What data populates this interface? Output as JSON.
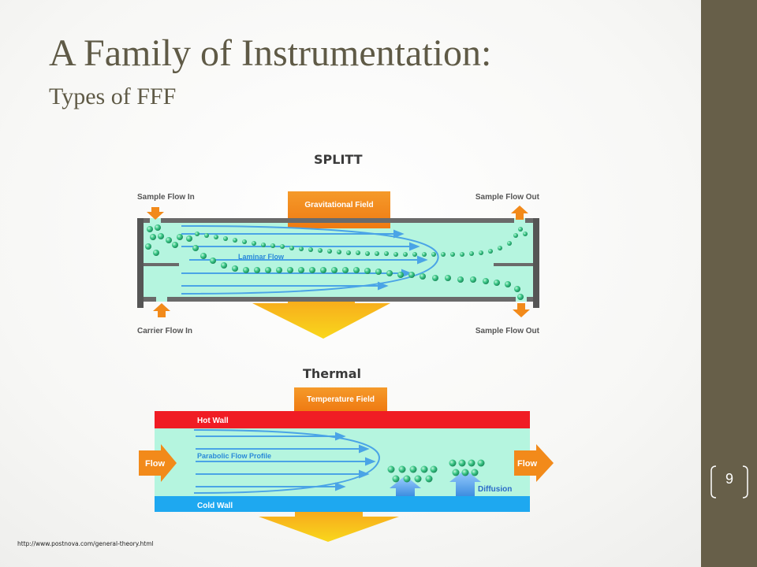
{
  "slide": {
    "title": "A Family of Instrumentation:",
    "subtitle": "Types of FFF",
    "page_number": "9",
    "source_url": "http://www.postnova.com/general-theory.html"
  },
  "splitt": {
    "caption": "SPLITT",
    "labels": {
      "sample_flow_in": "Sample Flow In",
      "sample_flow_out_top": "Sample Flow Out",
      "carrier_flow_in": "Carrier Flow In",
      "sample_flow_out_bottom": "Sample Flow Out",
      "field": "Gravitational Field",
      "laminar": "Laminar Flow"
    }
  },
  "thermal": {
    "caption": "Thermal",
    "labels": {
      "field": "Temperature Field",
      "hot_wall": "Hot Wall",
      "cold_wall": "Cold Wall",
      "flow_in": "Flow",
      "flow_out": "Flow",
      "profile": "Parabolic Flow Profile",
      "diffusion": "Diffusion"
    }
  },
  "colors": {
    "sidebar": "#675f49",
    "title": "#5f5a46",
    "channel": "#b5f5df",
    "hot_wall": "#f01c24",
    "cold_wall": "#1ea8f0",
    "field_orange": "#f28a1a",
    "particle": "#3ec98a"
  }
}
